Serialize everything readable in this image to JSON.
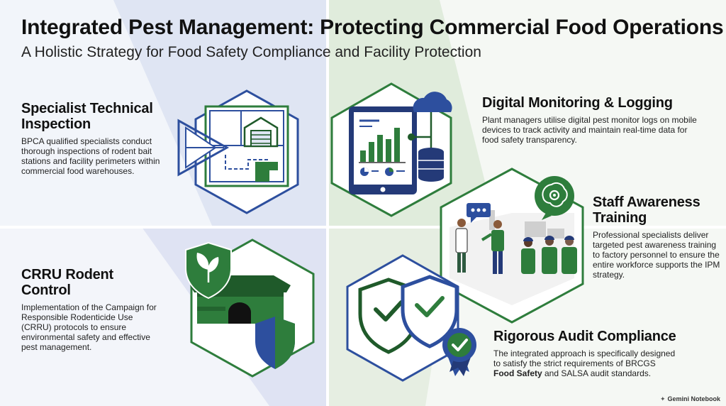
{
  "header": {
    "title": "Integrated Pest Management: Protecting Commercial Food Operations",
    "subtitle": "A Holistic Strategy for Food Safety Compliance and Facility Protection"
  },
  "sections": {
    "inspection": {
      "heading": "Specialist Technical Inspection",
      "text": "BPCA qualified specialists conduct thorough inspections of rodent bait stations and facility perimeters within commercial food warehouses."
    },
    "digital": {
      "heading": "Digital Monitoring & Logging",
      "text": "Plant managers utilise digital pest monitor logs on mobile devices to track activity and maintain real-time data for food safety transparency."
    },
    "staff": {
      "heading": "Staff Awareness Training",
      "text": "Professional specialists deliver targeted pest awareness training to factory personnel to ensure the entire workforce supports the IPM strategy."
    },
    "crru": {
      "heading": "CRRU Rodent Control",
      "text": "Implementation of the Campaign for Responsible Rodenticide Use (CRRU) protocols to ensure environmental safety and effective pest management."
    },
    "audit": {
      "heading": "Rigorous Audit Compliance",
      "text_before": "The integrated approach is specifically designed to satisfy the strict requirements of BRCGS ",
      "text_bold": "Food Safety",
      "text_after": " and SALSA audit standards."
    }
  },
  "footer": {
    "brand": "Gemini Notebook"
  },
  "colors": {
    "green": "#2e7d3c",
    "dark_green": "#1f5a2a",
    "blue": "#2d4f9e",
    "navy": "#243a78",
    "light_blue_bg": "#dfe5f3",
    "light_green_bg": "#e3eddf"
  },
  "icons": [
    "warehouse-floorplan-icon",
    "tablet-chart-icon",
    "cloud-icon",
    "database-icon",
    "training-people-icon",
    "brain-gear-icon",
    "bait-station-icon",
    "leaf-shield-icon",
    "check-shields-icon",
    "award-badge-icon",
    "sparkle-icon"
  ]
}
